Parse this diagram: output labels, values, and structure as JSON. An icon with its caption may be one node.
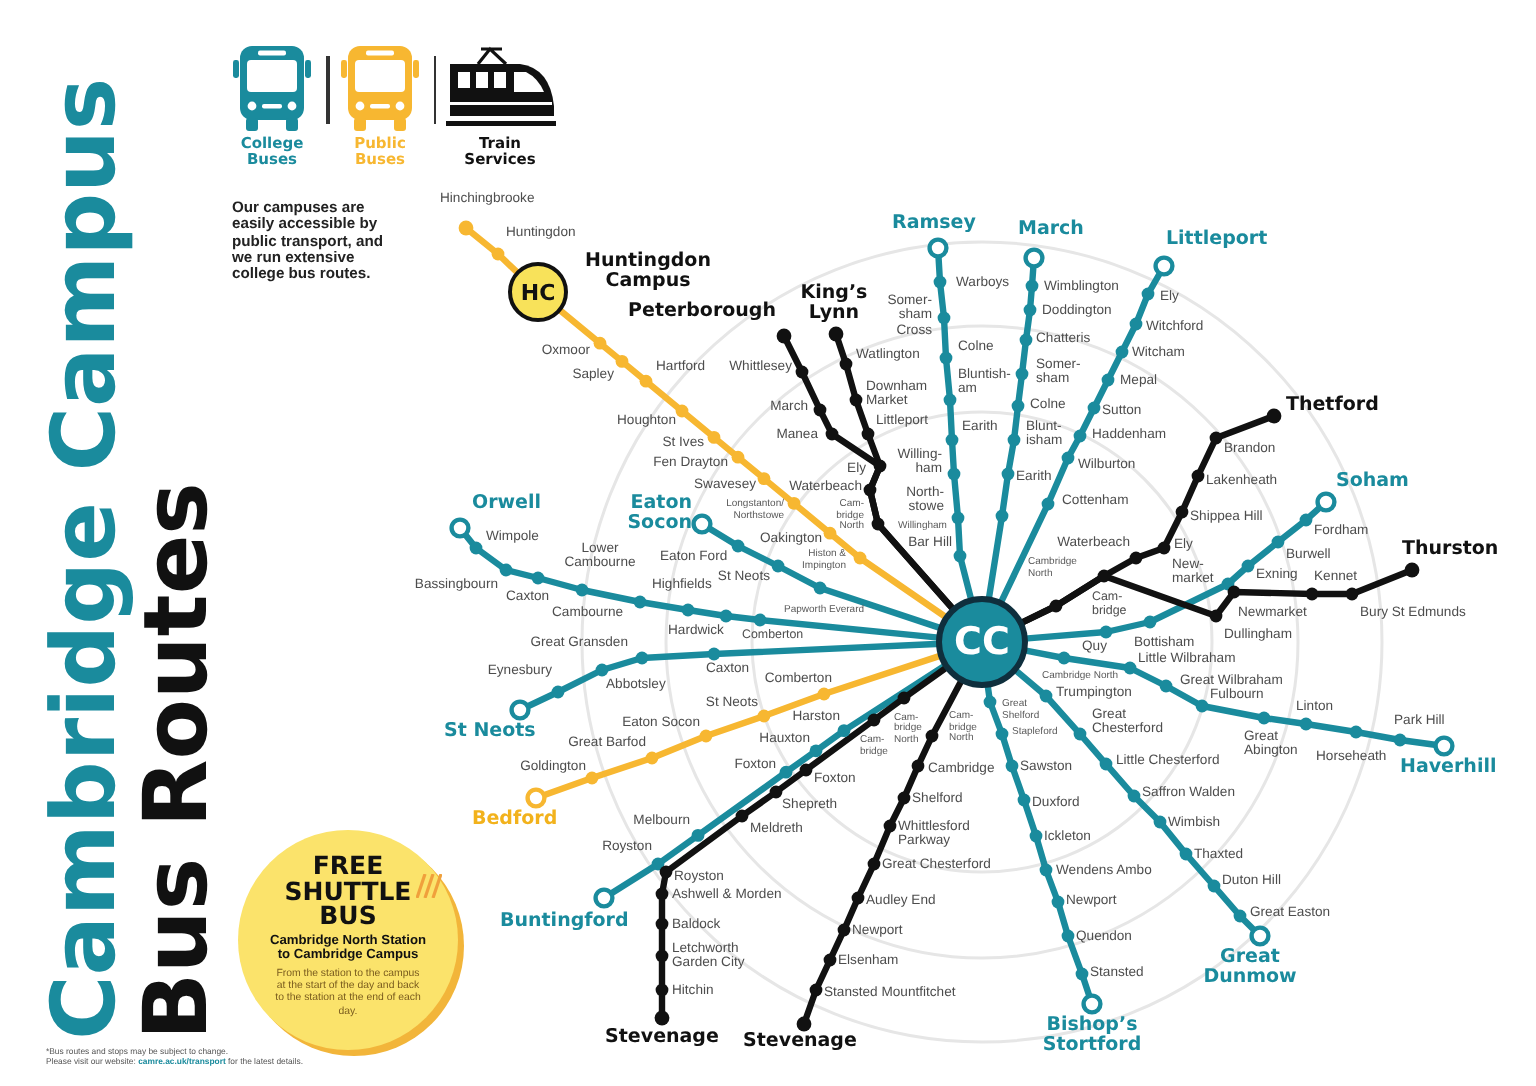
{
  "diagram": {
    "title": "Cambridge Campus Bus Routes",
    "nodes": [
      {
        "text": [
          "Ramsey"
        ]
      },
      {
        "text": [
          "March"
        ]
      },
      {
        "text": [
          "Littleport"
        ]
      },
      {
        "text": [
          "HC"
        ],
        "beside": [
          "Huntingdon Campus"
        ]
      },
      {
        "text": [
          "King’s Lynn"
        ]
      },
      {
        "text": [
          "Peterborough"
        ]
      },
      {
        "text": [
          "Thetford"
        ]
      },
      {
        "text": [
          "Soham"
        ]
      },
      {
        "text": [
          "Orwell"
        ]
      },
      {
        "text": [
          "Eaton Socon"
        ]
      },
      {
        "text": [
          "Thurston"
        ]
      },
      {
        "text": [
          "CC"
        ]
      },
      {
        "text": [
          "St Neots"
        ]
      },
      {
        "text": [
          "Haverhill"
        ]
      },
      {
        "text": [
          "Bedford"
        ]
      },
      {
        "text": [
          "Buntingford"
        ]
      },
      {
        "text": [
          "FREE SHUTTLE BUS",
          "Cambridge North Station to Cambridge Campus",
          "From the station to the campus at the start of the day and back to the station at the end of each day."
        ]
      },
      {
        "text": [
          "Great Dunmow"
        ]
      },
      {
        "text": [
          "Bishop’s Stortford"
        ]
      },
      {
        "text": [
          "Stevenage"
        ]
      },
      {
        "text": [
          "Stevenage"
        ]
      },
      {
        "text": [
          "Hinchingbrooke"
        ]
      }
    ],
    "edges": [
      {
        "from": 3,
        "to": 11,
        "arrow": "none",
        "color": "#f7b731"
      },
      {
        "from": 21,
        "to": 3,
        "arrow": "other",
        "color": "#f7b731"
      },
      {
        "from": 5,
        "to": 11,
        "arrow": "other",
        "color": "#111111"
      },
      {
        "from": 4,
        "to": 11,
        "arrow": "other",
        "color": "#111111"
      },
      {
        "from": 0,
        "to": 11,
        "arrow": "other"
      },
      {
        "from": 1,
        "to": 11,
        "arrow": "other"
      },
      {
        "from": 2,
        "to": 11,
        "arrow": "other"
      },
      {
        "from": 6,
        "to": 11,
        "arrow": "other",
        "color": "#111111"
      },
      {
        "from": 7,
        "to": 11,
        "arrow": "other"
      },
      {
        "from": 10,
        "to": 11,
        "arrow": "other",
        "color": "#111111"
      },
      {
        "from": 8,
        "to": 11,
        "arrow": "other"
      },
      {
        "from": 9,
        "to": 11,
        "arrow": "other"
      },
      {
        "from": 12,
        "to": 11,
        "arrow": "other"
      },
      {
        "from": 13,
        "to": 11,
        "arrow": "other"
      },
      {
        "from": 14,
        "to": 11,
        "arrow": "other",
        "color": "#f7b731"
      },
      {
        "from": 17,
        "to": 11,
        "arrow": "other"
      },
      {
        "from": 15,
        "to": 11,
        "arrow": "other"
      },
      {
        "from": 18,
        "to": 11,
        "arrow": "other"
      },
      {
        "from": 19,
        "to": 11,
        "arrow": "other",
        "color": "#111111"
      },
      {
        "from": 20,
        "to": 11,
        "arrow": "other",
        "color": "#111111"
      }
    ],
    "labels": [
      "Our campuses are easily accessible by public transport, and we run extensive college bus routes.",
      "Huntingdon",
      "Warboys",
      "Wimblington",
      "Ely",
      "Somer- sham Cross",
      "Doddington",
      "Witchford",
      "Chatteris",
      "Colne",
      "Watlington",
      "Witcham",
      "Oxmoor",
      "Somer- sham",
      "Hartford",
      "Whittlesey",
      "Sapley",
      "Bluntish- am",
      "Mepal",
      "Downham Market",
      "Colne",
      "March",
      "Sutton",
      "Littleport",
      "Houghton",
      "Earith",
      "Blunt- isham",
      "Manea",
      "Haddenham",
      "St Ives",
      "Brandon",
      "Willing- ham",
      "Fen Drayton",
      "Ely",
      "Wilburton",
      "Lakenheath",
      "Earith",
      "Swavesey",
      "Waterbeach",
      "North- stowe",
      "Cottenham",
      "Cam- bridge North",
      "Longstanton/ Northstowe",
      "Shippea Hill",
      "Fordham",
      "Wimpole",
      "Willingham",
      "Oakington",
      "Ely",
      "Waterbeach",
      "Bar Hill",
      "Burwell",
      "Lower Cambourne",
      "Eaton Ford",
      "Histon & Impington",
      "New- market",
      "Cambridge North",
      "Exning",
      "St Neots",
      "Kennet",
      "Bassingbourn",
      "Highfields",
      "Cam- bridge",
      "Caxton",
      "Papworth Everard",
      "Cambourne",
      "Bury St Edmunds",
      "Newmarket",
      "Hardwick",
      "Comberton",
      "Dullingham",
      "Bottisham",
      "Great Gransden",
      "Quy",
      "Little Wilbraham",
      "Caxton",
      "Eynesbury",
      "Cambridge North",
      "Comberton",
      "Great Wilbraham",
      "Abbotsley",
      "Trumpington",
      "Fulbourn",
      "St Neots",
      "Great Shelford",
      "Linton",
      "Cam- bridge North",
      "Harston",
      "Great Chesterford",
      "Cam- bridge North",
      "Eaton Socon",
      "Park Hill",
      "Stapleford",
      "Hauxton",
      "Cam- bridge",
      "Great Abington",
      "Great Barfod",
      "Horseheath",
      "Little Chesterford",
      "Foxton",
      "Goldington",
      "Sawston",
      "Cambridge",
      "Foxton",
      "Saffron Walden",
      "Shepreth",
      "Shelford",
      "Duxford",
      "Melbourn",
      "Wimbish",
      "Meldreth",
      "Whittlesford Parkway",
      "Ickleton",
      "Royston",
      "Thaxted",
      "Great Chesterford",
      "Royston",
      "Wendens Ambo",
      "Duton Hill",
      "Ashwell & Morden",
      "Audley End",
      "Newport",
      "Great Easton",
      "Baldock",
      "Newport",
      "Quendon",
      "Letchworth Garden City",
      "Elsenham",
      "Stansted",
      "Hitchin",
      "Stansted Mountfitchet",
      "*Bus routes and stops may be subject to change.",
      "Please visit our website: **camre.ac.uk/transport** for the latest details."
    ],
    "legend": [
      {
        "text": "College Buses",
        "color": "#1a8b9d"
      },
      {
        "text": "Public Buses",
        "color": "#f7b731"
      },
      {
        "text": "Train Services",
        "color": "#111111"
      }
    ]
  }
}
